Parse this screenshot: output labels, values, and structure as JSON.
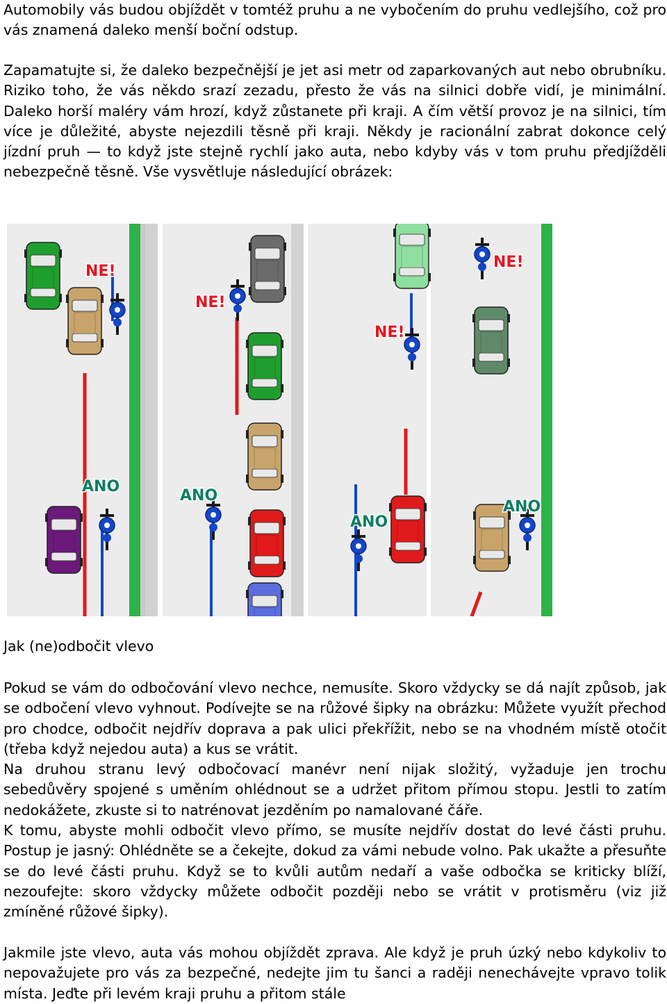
{
  "text": {
    "p1": "Automobily vás budou objíždět v tomtéž pruhu a ne vybočením do pruhu vedlejšího, což pro vás znamená daleko menší boční odstup.",
    "p2": "Zapamatujte si, že daleko bezpečnější je jet asi metr od zaparkovaných aut nebo obrubníku. Riziko toho, že vás někdo srazí zezadu, přesto že vás na silnici dobře vidí, je minimální. Daleko horší maléry vám hrozí, když zůstanete při kraji. A čím větší provoz je na silnici, tím více je důležité, abyste nejezdili těsně při kraji. Někdy je racionální zabrat dokonce celý jízdní pruh — to když jste stejně rychlí jako auta, nebo kdyby vás v tom pruhu předjížděli nebezpečně těsně. Vše vysvětluje následující obrázek:",
    "heading": "Jak (ne)odbočit vlevo",
    "p3a": "Pokud se vám do odbočování vlevo nechce, nemusíte. Skoro vždycky se dá najít způsob, jak se odbočení vlevo vyhnout. Podívejte se na růžové šipky na obrázku: Můžete využít přechod pro chodce, odbočit nejdřív doprava a pak ulici překřížit, nebo se na vhodném místě otočit (třeba když nejedou auta) a kus se vrátit.",
    "p3b": "Na druhou stranu levý odbočovací manévr není nijak složitý, vyžaduje jen trochu sebedůvěry spojené s uměním ohlédnout se a udržet přitom přímou stopu. Jestli to zatím nedokážete, zkuste si to natrénovat jezděním po namalované čáře.",
    "p3c": "K tomu, abyste mohli odbočit vlevo přímo, se musíte nejdřív dostat do levé části pruhu. Postup je jasný: Ohlédněte se a čekejte, dokud za vámi nebude volno. Pak ukažte a přesuňte se do levé části pruhu. Když se to kvůli autům nedaří a vaše odbočka se kriticky blíží, nezoufejte: skoro vždycky můžete odbočit později nebo se vrátit v protisměru (viz již zmíněné růžové šipky).",
    "p4": "Jakmile jste vlevo, auta vás mohou objíždět zprava. Ale když je pruh úzký nebo kdykoliv to nepovažujete pro vás za bezpečné, nedejte jim tu šanci a raději nenechávejte vpravo tolik místa. Jeďte při levém kraji pruhu a přitom stále"
  },
  "figure": {
    "labels": {
      "no1": "NE!",
      "no2": "NE!",
      "no3": "NE!",
      "no4": "NE!",
      "yes1": "ANO",
      "yes2": "ANO",
      "yes3": "ANO",
      "yes4": "ANO"
    },
    "colors": {
      "road": "#ececec",
      "curb": "#c9c9c9",
      "grass": "#2db34a",
      "car_green": "#1f9e2e",
      "car_tan": "#c9a46a",
      "car_gray": "#6b6b6b",
      "car_mint": "#8fe0a0",
      "car_darkgreen": "#5f8a6a",
      "car_purple": "#6b1a7a",
      "car_red": "#e01a1a",
      "car_blue": "#5b6ee0",
      "bike": "#1446c8",
      "bad_path": "#e01a1a",
      "good_path": "#1446c8"
    }
  }
}
